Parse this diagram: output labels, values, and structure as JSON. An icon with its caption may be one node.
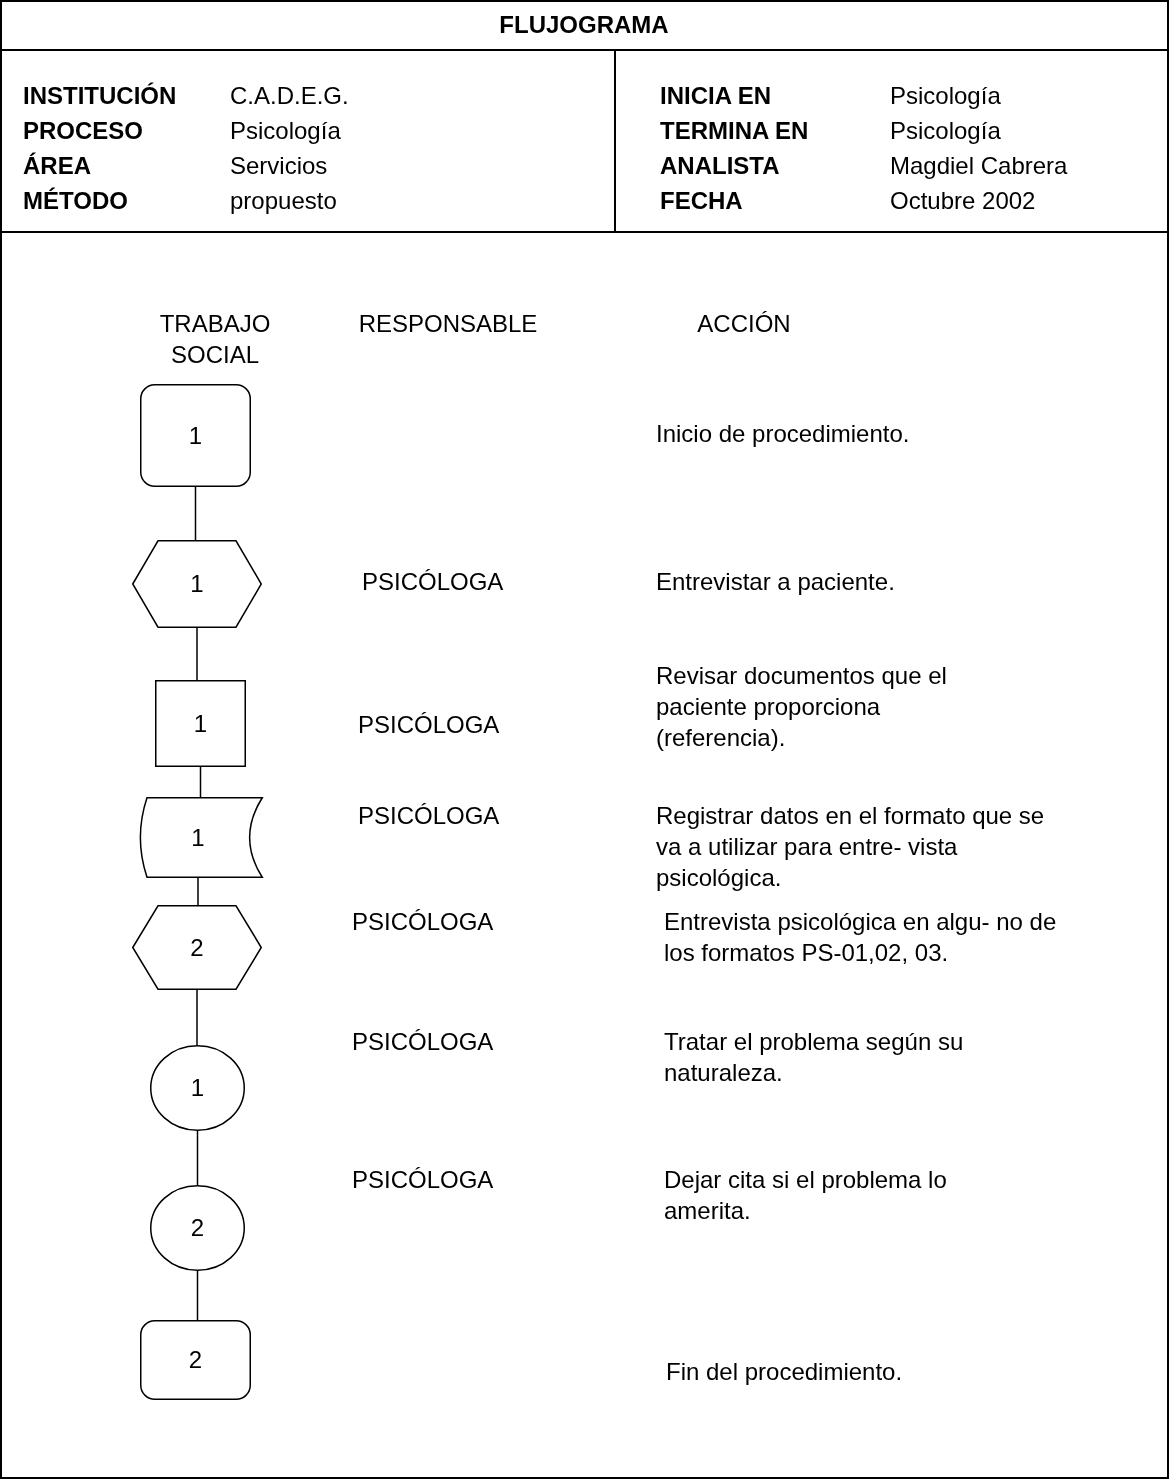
{
  "diagram": {
    "title": "FLUJOGRAMA",
    "nodes": [
      {
        "text": [
          "1"
        ]
      },
      {
        "text": [
          "1"
        ]
      },
      {
        "text": [
          "1"
        ]
      },
      {
        "text": [
          "1"
        ]
      },
      {
        "text": [
          "2"
        ]
      },
      {
        "text": [
          "1"
        ]
      },
      {
        "text": [
          "2"
        ]
      },
      {
        "text": [
          "2"
        ]
      }
    ],
    "edges": [
      {
        "from": 0,
        "to": 1,
        "arrow": "none"
      },
      {
        "from": 1,
        "to": 2,
        "arrow": "none"
      },
      {
        "from": 2,
        "to": 3,
        "arrow": "none"
      },
      {
        "from": 3,
        "to": 4,
        "arrow": "none"
      },
      {
        "from": 4,
        "to": 5,
        "arrow": "none"
      },
      {
        "from": 5,
        "to": 6,
        "arrow": "none"
      },
      {
        "from": 6,
        "to": 7,
        "arrow": "none"
      }
    ],
    "labels": [
      "INSTITUCIÓN",
      "C.A.D.E.G.",
      "INICIA EN",
      "Psicología",
      "PROCESO",
      "Psicología",
      "TERMINA EN",
      "Psicología",
      "ÁREA",
      "Servicios",
      "ANALISTA",
      "Magdiel Cabrera",
      "MÉTODO",
      "propuesto",
      "FECHA",
      "Octubre 2002",
      "TRABAJO SOCIAL",
      "RESPONSABLE",
      "ACCIÓN",
      "Inicio de procedimiento.",
      "PSICÓLOGA",
      "Entrevistar a paciente.",
      "Revisar documentos que el paciente proporciona (referencia).",
      "PSICÓLOGA",
      "PSICÓLOGA",
      "Registrar datos en el formato que se va a utilizar para entre- vista psicológica.",
      "PSICÓLOGA",
      "Entrevista psicológica en algu- no de los formatos PS-01,02, 03.",
      "PSICÓLOGA",
      "Tratar el problema según su naturaleza.",
      "PSICÓLOGA",
      "Dejar cita si el problema lo amerita.",
      "Fin del procedimiento."
    ]
  }
}
